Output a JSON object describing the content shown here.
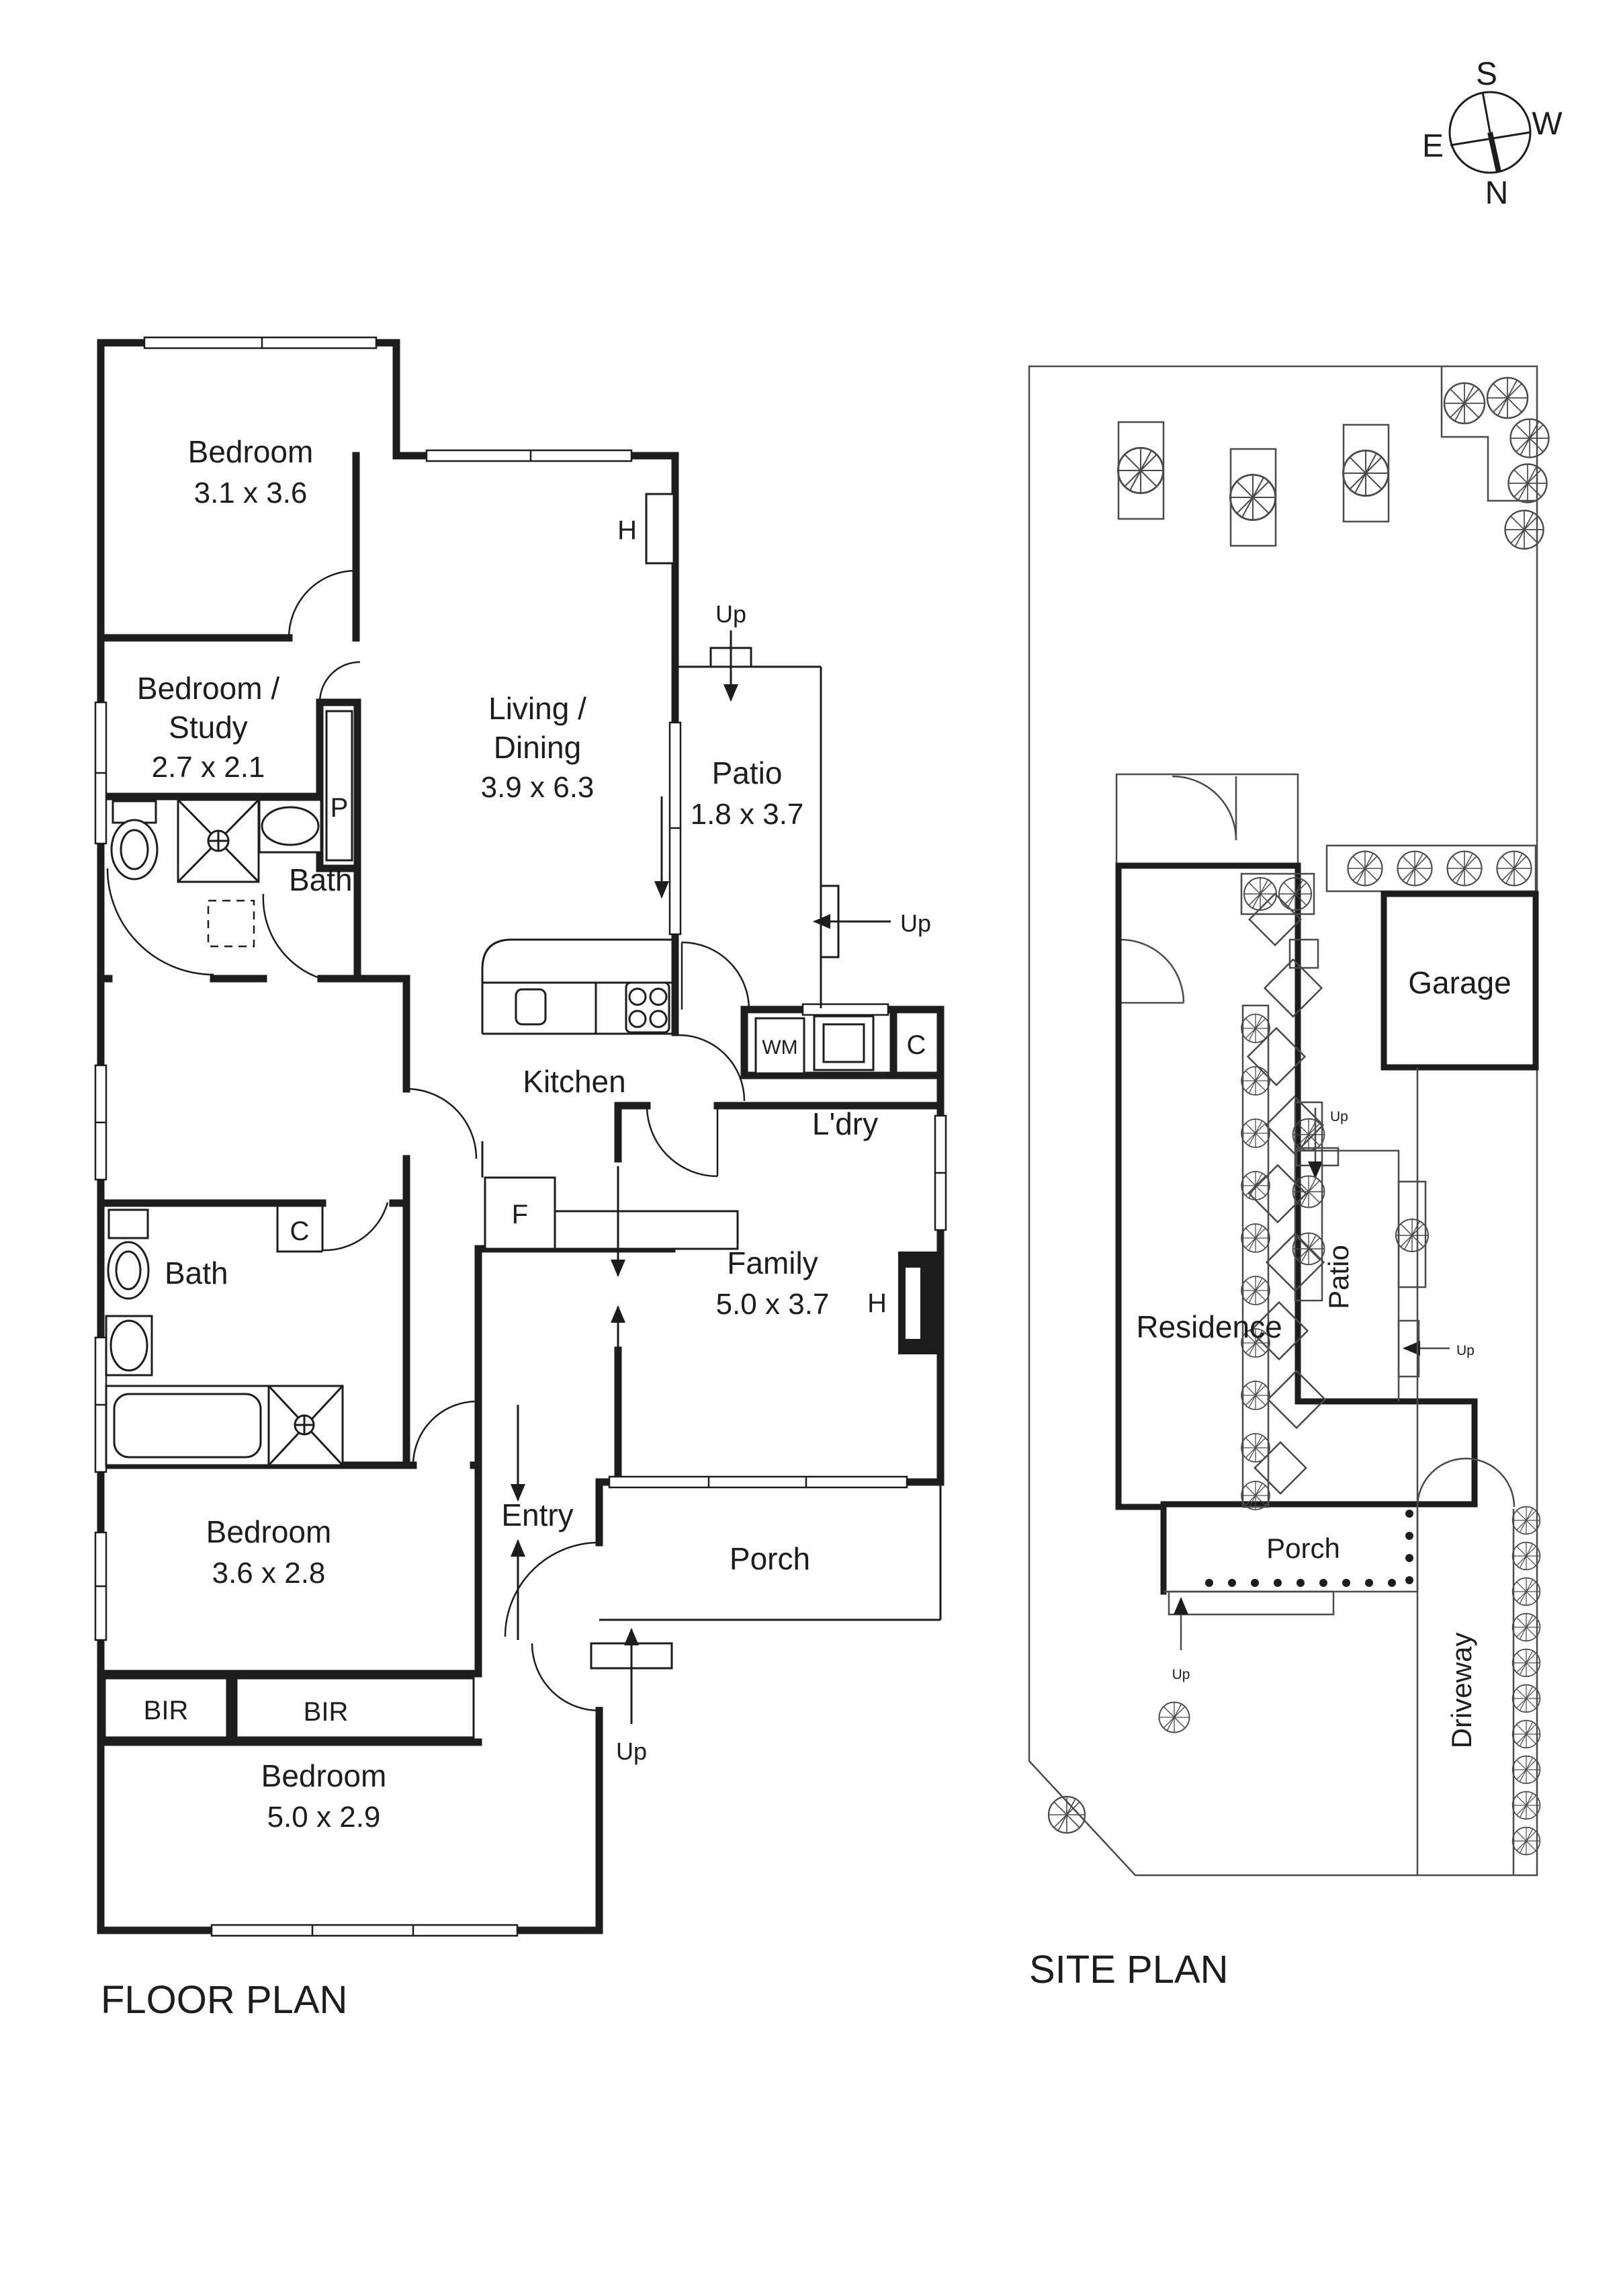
{
  "document": {
    "type": "real-estate floor plan and site plan drawing"
  },
  "compass": {
    "south": "S",
    "north": "N",
    "east": "E",
    "west": "W"
  },
  "floor_plan": {
    "title": "FLOOR PLAN",
    "rooms": {
      "bedroom1": {
        "name": "Bedroom",
        "dims": "3.1 x 3.6"
      },
      "study": {
        "name_line1": "Bedroom /",
        "name_line2": "Study",
        "dims": "2.7 x 2.1"
      },
      "living": {
        "name_line1": "Living /",
        "name_line2": "Dining",
        "dims": "3.9 x 6.3"
      },
      "patio": {
        "name": "Patio",
        "dims": "1.8 x 3.7"
      },
      "bath1": {
        "name": "Bath"
      },
      "kitchen": {
        "name": "Kitchen"
      },
      "laundry": {
        "name": "L'dry"
      },
      "family": {
        "name": "Family",
        "dims": "5.0 x 3.7"
      },
      "bath2": {
        "name": "Bath"
      },
      "bedroom2": {
        "name": "Bedroom",
        "dims": "3.6 x 2.8"
      },
      "entry": {
        "name": "Entry"
      },
      "porch": {
        "name": "Porch"
      },
      "bir_left": {
        "name": "BIR"
      },
      "bir_right": {
        "name": "BIR"
      },
      "bedroom3": {
        "name": "Bedroom",
        "dims": "5.0 x 2.9"
      }
    },
    "markers": {
      "heater_living": "H",
      "heater_family": "H",
      "pantry": "P",
      "cupboard_bath": "C",
      "cupboard_laundry": "C",
      "fridge": "F",
      "washing_machine": "WM",
      "up_patio_top": "Up",
      "up_patio_side": "Up",
      "up_front_step": "Up"
    }
  },
  "site_plan": {
    "title": "SITE PLAN",
    "labels": {
      "garage": "Garage",
      "patio": "Patio",
      "residence": "Residence",
      "porch": "Porch",
      "driveway": "Driveway",
      "up_patio_top": "Up",
      "up_patio_side": "Up",
      "up_porch": "Up"
    }
  }
}
